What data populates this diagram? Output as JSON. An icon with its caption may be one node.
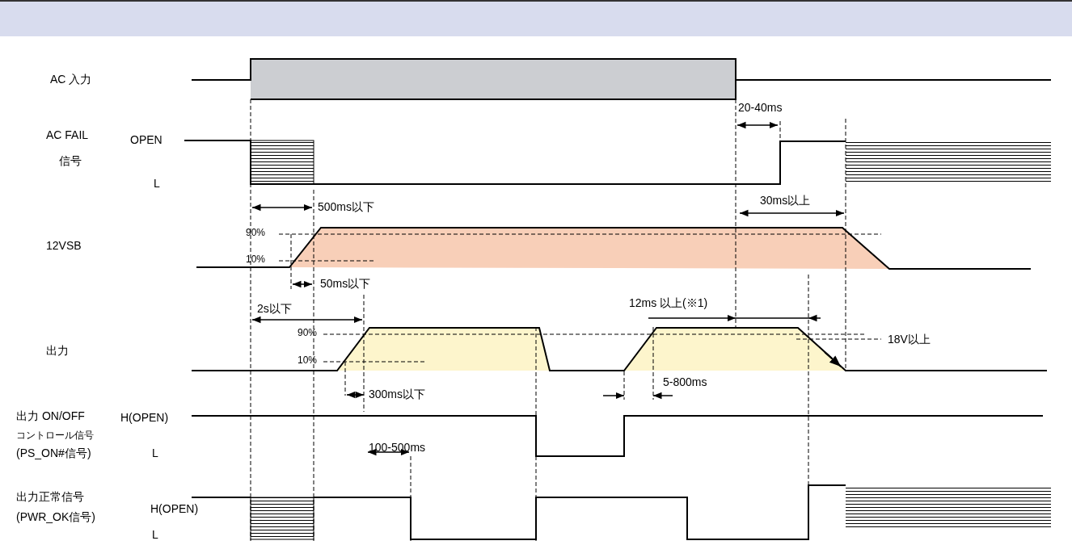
{
  "diagram": {
    "labels": [
      "AC 入力",
      "20-40ms",
      "AC FAIL",
      "OPEN",
      "信号",
      "L",
      "500ms以下",
      "30ms以上",
      "12VSB",
      "90%",
      "10%",
      "50ms以下",
      "2s以下",
      "12ms 以上(※1)",
      "出力",
      "90%",
      "10%",
      "18V以上",
      "300ms以下",
      "5-800ms",
      "出力 ON/OFF",
      "H(OPEN)",
      "コントロール信号",
      "(PS_ON#信号)",
      "L",
      "100-500ms",
      "出力正常信号",
      "H(OPEN)",
      "(PWR_OK信号)",
      "L"
    ]
  }
}
